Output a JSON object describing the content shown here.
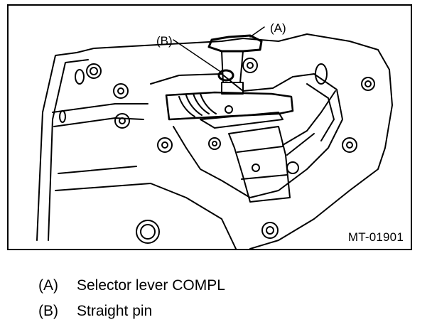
{
  "figure": {
    "id": "MT-01901",
    "callouts": {
      "a": "(A)",
      "b": "(B)"
    }
  },
  "legend": [
    {
      "key": "(A)",
      "text": "Selector lever COMPL"
    },
    {
      "key": "(B)",
      "text": "Straight pin"
    }
  ]
}
